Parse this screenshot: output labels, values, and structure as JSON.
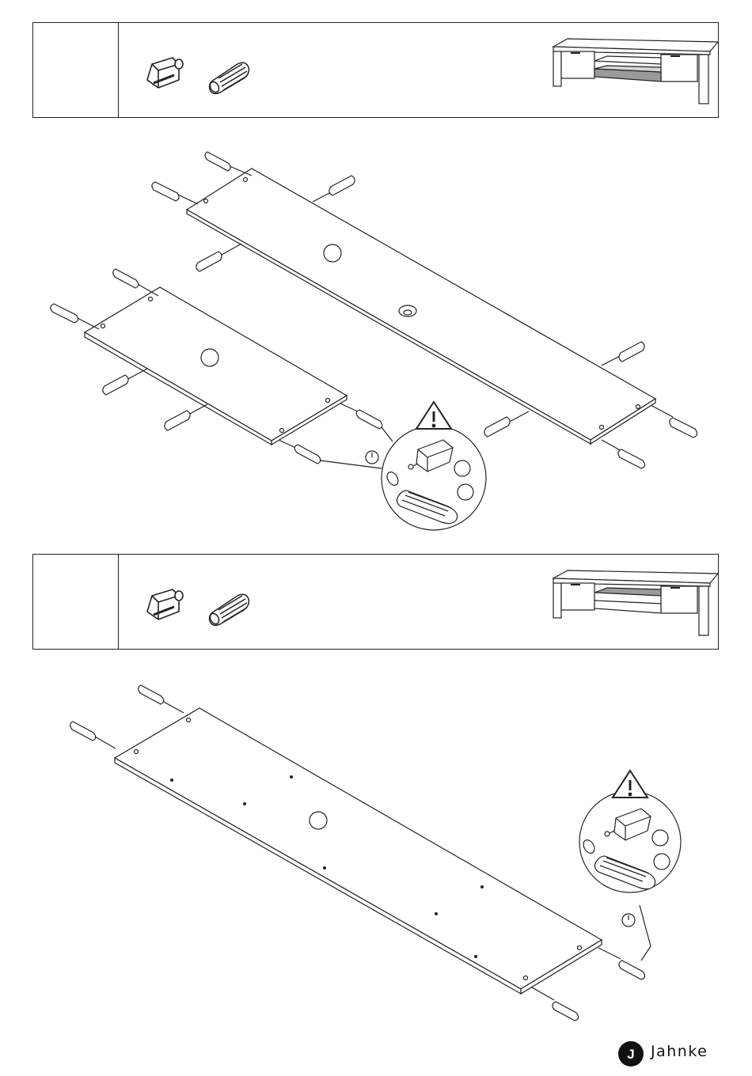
{
  "steps": [
    {
      "number": "",
      "parts": [
        "cam-lock-icon",
        "dowel-icon"
      ],
      "preview": "tv-stand-preview-lower-shelf"
    },
    {
      "number": "",
      "parts": [
        "cam-lock-icon",
        "dowel-icon"
      ],
      "preview": "tv-stand-preview-middle-shelf"
    }
  ],
  "warning_icon": "warning-triangle-icon",
  "brand": {
    "logo_letter": "J",
    "name": "Jahnke"
  },
  "colors": {
    "line": "#222222",
    "highlight_panel": "#9a9a9a",
    "logo_bg": "#111111"
  }
}
